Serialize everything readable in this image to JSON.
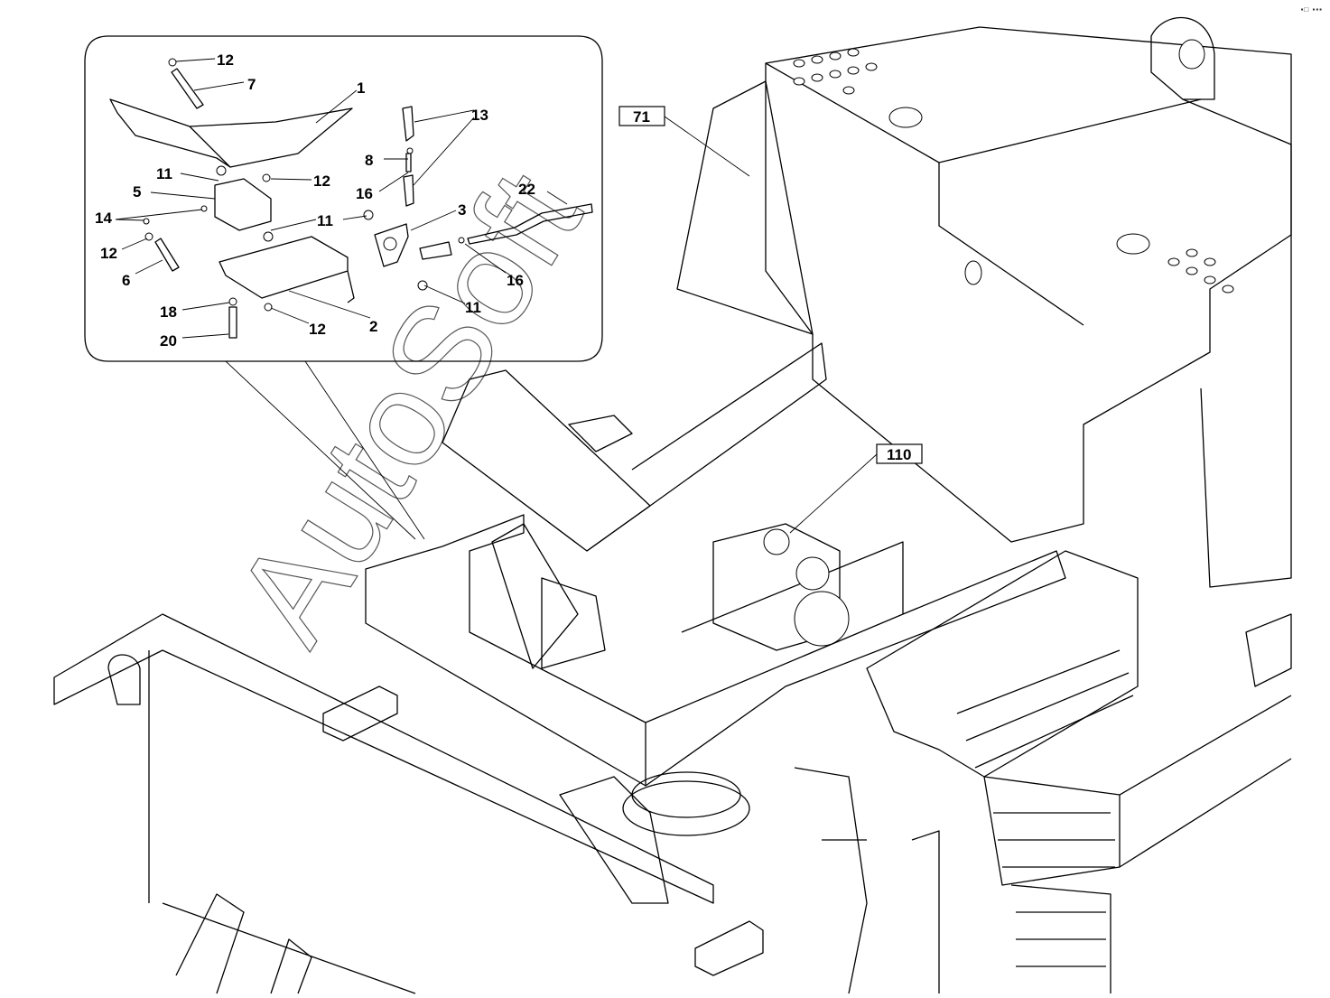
{
  "corner_mark": "▪□ ▪▪▪",
  "watermark": "AutoSoft",
  "inset": {
    "callouts": [
      {
        "id": "c12a",
        "label": "12"
      },
      {
        "id": "c7",
        "label": "7"
      },
      {
        "id": "c1",
        "label": "1"
      },
      {
        "id": "c13",
        "label": "13"
      },
      {
        "id": "c8",
        "label": "8"
      },
      {
        "id": "c12b",
        "label": "12"
      },
      {
        "id": "c11a",
        "label": "11"
      },
      {
        "id": "c16a",
        "label": "16"
      },
      {
        "id": "c5",
        "label": "5"
      },
      {
        "id": "c22",
        "label": "22"
      },
      {
        "id": "c14",
        "label": "14"
      },
      {
        "id": "c11b",
        "label": "11"
      },
      {
        "id": "c3",
        "label": "3"
      },
      {
        "id": "c12c",
        "label": "12"
      },
      {
        "id": "c16b",
        "label": "16"
      },
      {
        "id": "c6",
        "label": "6"
      },
      {
        "id": "c11c",
        "label": "11"
      },
      {
        "id": "c18",
        "label": "18"
      },
      {
        "id": "c2",
        "label": "2"
      },
      {
        "id": "c12d",
        "label": "12"
      },
      {
        "id": "c20",
        "label": "20"
      }
    ]
  },
  "main": {
    "boxed_callouts": [
      {
        "id": "b71",
        "label": "71"
      },
      {
        "id": "b110",
        "label": "110"
      }
    ]
  }
}
